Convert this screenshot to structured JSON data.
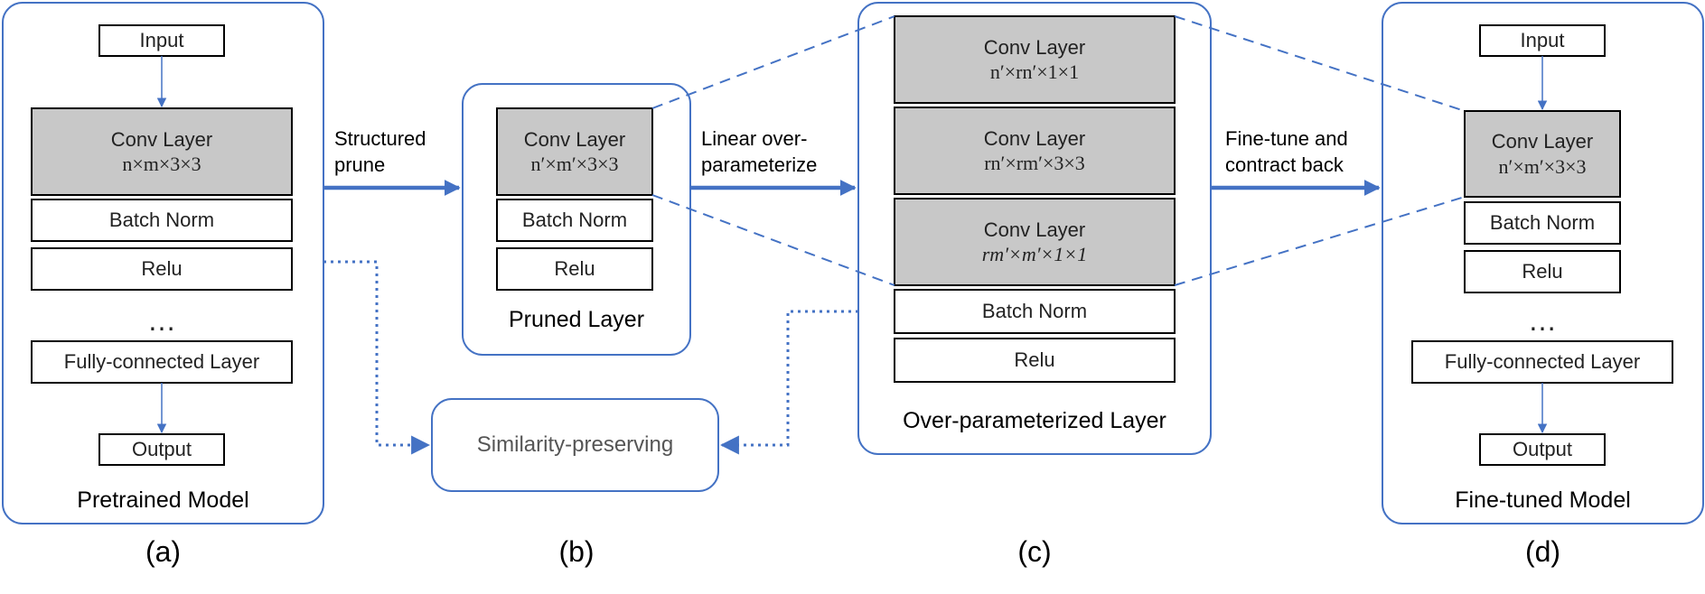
{
  "panels": {
    "a": {
      "title": "Pretrained Model",
      "caption": "(a)",
      "input": "Input",
      "conv_label": "Conv Layer",
      "conv_shape": "n×m×3×3",
      "batch_norm": "Batch Norm",
      "relu": "Relu",
      "ellipsis": "…",
      "fc": "Fully-connected Layer",
      "output": "Output"
    },
    "b": {
      "title": "Pruned Layer",
      "caption": "(b)",
      "conv_label": "Conv Layer",
      "conv_shape": "n′×m′×3×3",
      "batch_norm": "Batch Norm",
      "relu": "Relu"
    },
    "c": {
      "title": "Over-parameterized Layer",
      "caption": "(c)",
      "conv1_label": "Conv Layer",
      "conv1_shape": "n′×rn′×1×1",
      "conv2_label": "Conv Layer",
      "conv2_shape": "rn′×rm′×3×3",
      "conv3_label": "Conv Layer",
      "conv3_shape": "rm′×m′×1×1",
      "batch_norm": "Batch Norm",
      "relu": "Relu"
    },
    "d": {
      "title": "Fine-tuned Model",
      "caption": "(d)",
      "input": "Input",
      "conv_label": "Conv Layer",
      "conv_shape": "n′×m′×3×3",
      "batch_norm": "Batch Norm",
      "relu": "Relu",
      "ellipsis": "…",
      "fc": "Fully-connected Layer",
      "output": "Output"
    }
  },
  "arrows": {
    "prune_line1": "Structured",
    "prune_line2": "prune",
    "overparam_line1": "Linear over-",
    "overparam_line2": "parameterize",
    "finetune_line1": "Fine-tune and",
    "finetune_line2": "contract back"
  },
  "similarity": "Similarity-preserving",
  "colors": {
    "accent": "#4472c4",
    "conv_fill": "#c8c8c8",
    "box_stroke": "#000000"
  }
}
